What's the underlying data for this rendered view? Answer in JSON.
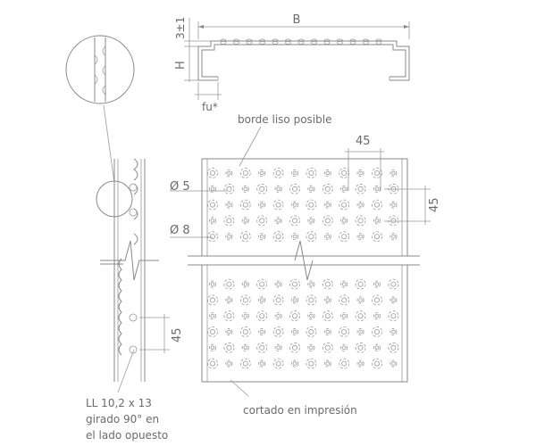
{
  "labels": {
    "B": "B",
    "tolerance": "3±1",
    "H": "H",
    "fu": "fu*",
    "plain_edge": "borde liso posible",
    "pitch_horizontal": "45",
    "pitch_vertical": "45",
    "pitch_side": "45",
    "dia_small": "Ø 5",
    "dia_large": "Ø 8",
    "slot_line1": "LL 10,2 x 13",
    "slot_line2": "girado 90° en",
    "slot_line3": "el lado opuesto",
    "cut": "cortado en impresión"
  },
  "colors": {
    "line": "#888888",
    "text": "#6b6b6b"
  }
}
